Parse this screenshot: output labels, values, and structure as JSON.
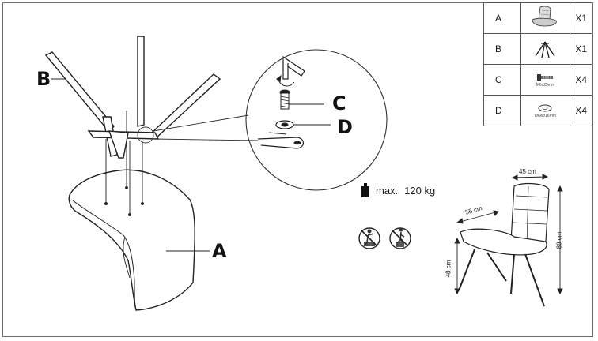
{
  "parts": [
    {
      "letter": "A",
      "icon": "chair-seat-icon",
      "spec": "",
      "qty": "X1"
    },
    {
      "letter": "B",
      "icon": "leg-frame-icon",
      "spec": "",
      "qty": "X1"
    },
    {
      "letter": "C",
      "icon": "bolt-icon",
      "spec": "M6x25mm",
      "qty": "X4"
    },
    {
      "letter": "D",
      "icon": "washer-icon",
      "spec": "Ø6xØ16mm",
      "qty": "X4"
    }
  ],
  "callouts": {
    "a": "A",
    "b": "B",
    "c": "C",
    "d": "D"
  },
  "load": {
    "label": "max.",
    "value": "120 kg"
  },
  "dimensions": {
    "width": "45 cm",
    "depth": "55 cm",
    "height": "86 cm",
    "seat_height": "48 cm"
  },
  "warnings": [
    "no-standing-icon",
    "no-climbing-icon"
  ]
}
